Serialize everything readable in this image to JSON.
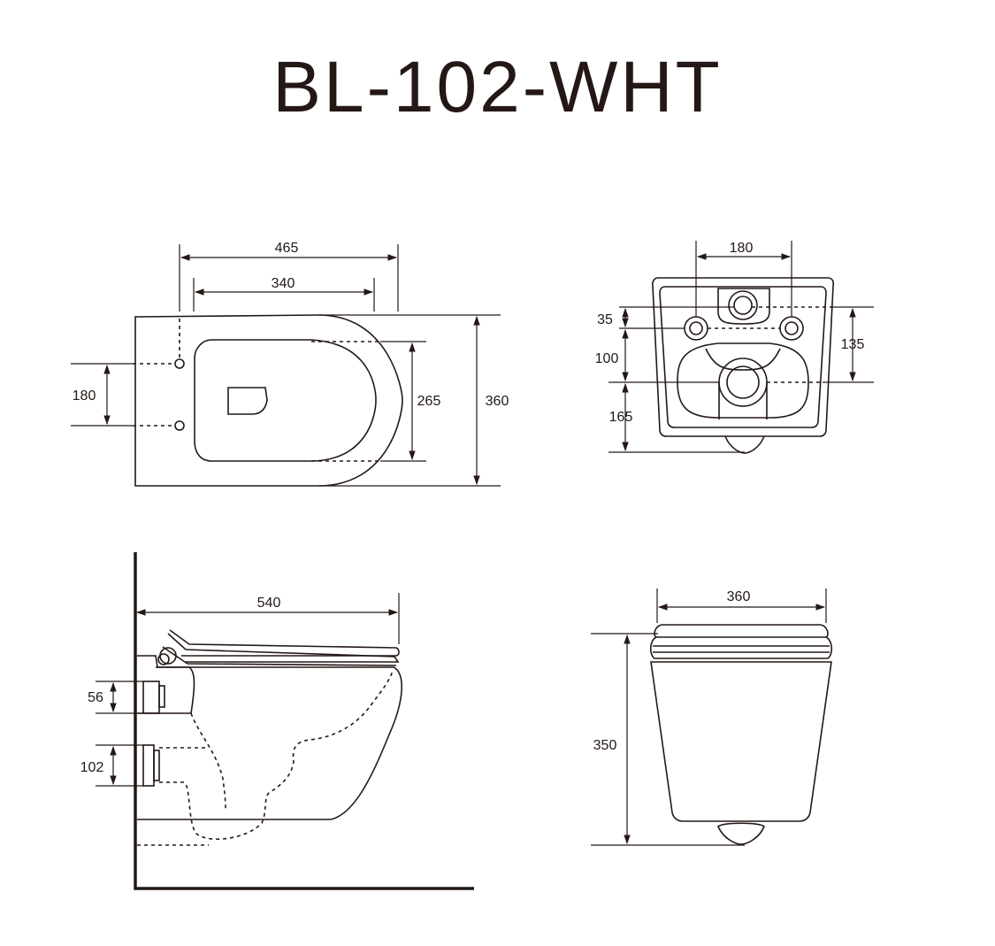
{
  "title": "BL-102-WHT",
  "top_view": {
    "width_overall": "465",
    "width_seat": "340",
    "fix_spacing": "180",
    "bowl_width": "265",
    "total_width": "360"
  },
  "rear_view": {
    "fix_spacing": "180",
    "d1": "35",
    "d2": "100",
    "d3": "165",
    "d4": "135"
  },
  "side_view": {
    "depth": "540",
    "upper_conn": "56",
    "lower_conn": "102"
  },
  "front_view": {
    "width": "360",
    "height": "350"
  }
}
